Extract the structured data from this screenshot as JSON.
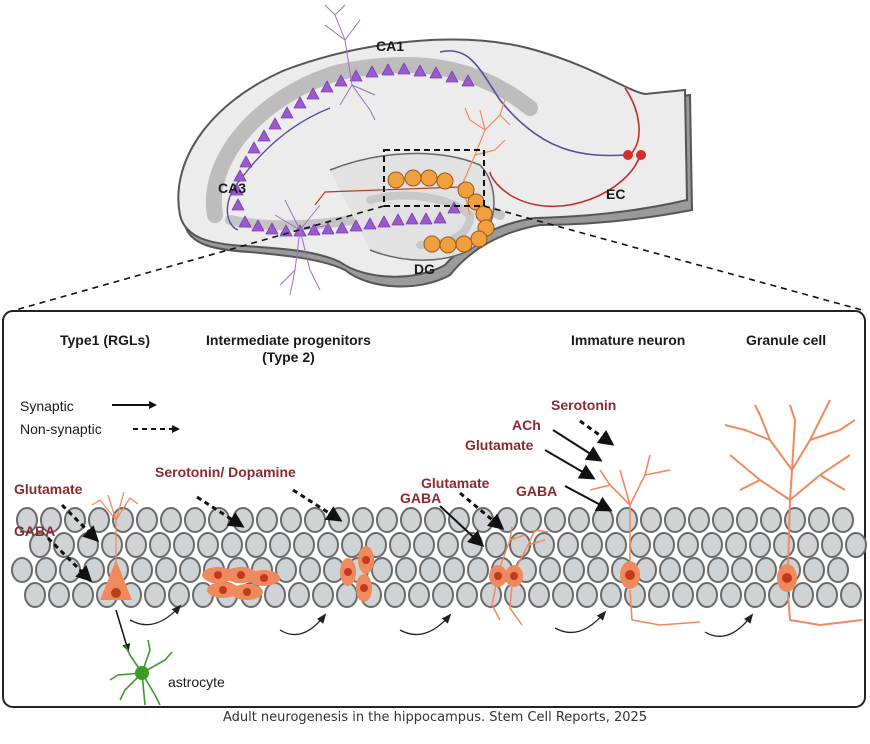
{
  "figure": {
    "caption": "Adult neurogenesis in the hippocampus. Stem Cell Reports, 2025",
    "colors": {
      "neurotransmitter_text": "#8b2a2e",
      "neuron_orange": "#f08a5d",
      "granule_orange": "#f0a040",
      "pyramidal_purple": "#9b59d0",
      "ec_red": "#d0302a",
      "tissue_gray": "#d9d9d9",
      "cell_gray": "#cfd3d6",
      "astrocyte_green": "#3a9a2a"
    }
  },
  "hippocampus": {
    "regions": [
      "CA1",
      "CA3",
      "DG",
      "EC"
    ]
  },
  "panel": {
    "stages": [
      {
        "title": "Type1 (RGLs)"
      },
      {
        "title": "Intermediate progenitors\n(Type 2)"
      },
      {
        "title": "Immature neuron"
      },
      {
        "title": "Granule cell"
      }
    ],
    "legend": {
      "synaptic": "Synaptic",
      "non_synaptic": "Non-synaptic"
    },
    "neurotransmitters": {
      "type1_glutamate": "Glutamate",
      "type1_gaba": "GABA",
      "type2_serotonin_dopamine": "Serotonin/ Dopamine",
      "neuroblast_glutamate": "Glutamate",
      "neuroblast_gaba": "GABA",
      "immature_serotonin": "Serotonin",
      "immature_ach": "ACh",
      "immature_glutamate": "Glutamate",
      "immature_gaba": "GABA"
    },
    "astrocyte_label": "astrocyte"
  }
}
